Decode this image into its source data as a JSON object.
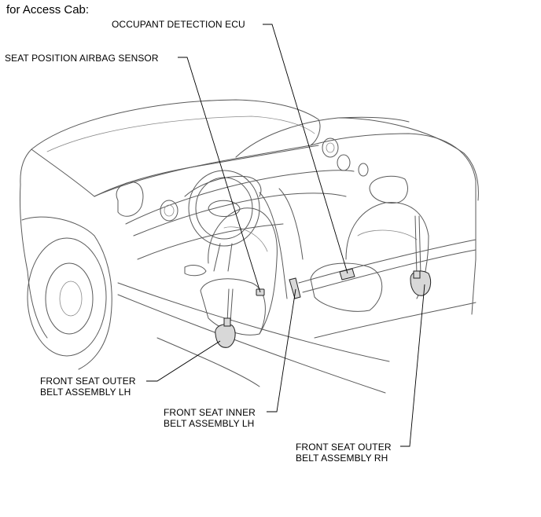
{
  "caption": "for Access Cab:",
  "labels": {
    "occupant_detection_ecu": "OCCUPANT DETECTION ECU",
    "seat_position_airbag_sensor": "SEAT POSITION AIRBAG SENSOR",
    "front_seat_outer_belt_lh_line1": "FRONT SEAT OUTER",
    "front_seat_outer_belt_lh_line2": "BELT ASSEMBLY LH",
    "front_seat_inner_belt_lh_line1": "FRONT SEAT INNER",
    "front_seat_inner_belt_lh_line2": "BELT ASSEMBLY LH",
    "front_seat_outer_belt_rh_line1": "FRONT SEAT OUTER",
    "front_seat_outer_belt_rh_line2": "BELT ASSEMBLY RH"
  }
}
